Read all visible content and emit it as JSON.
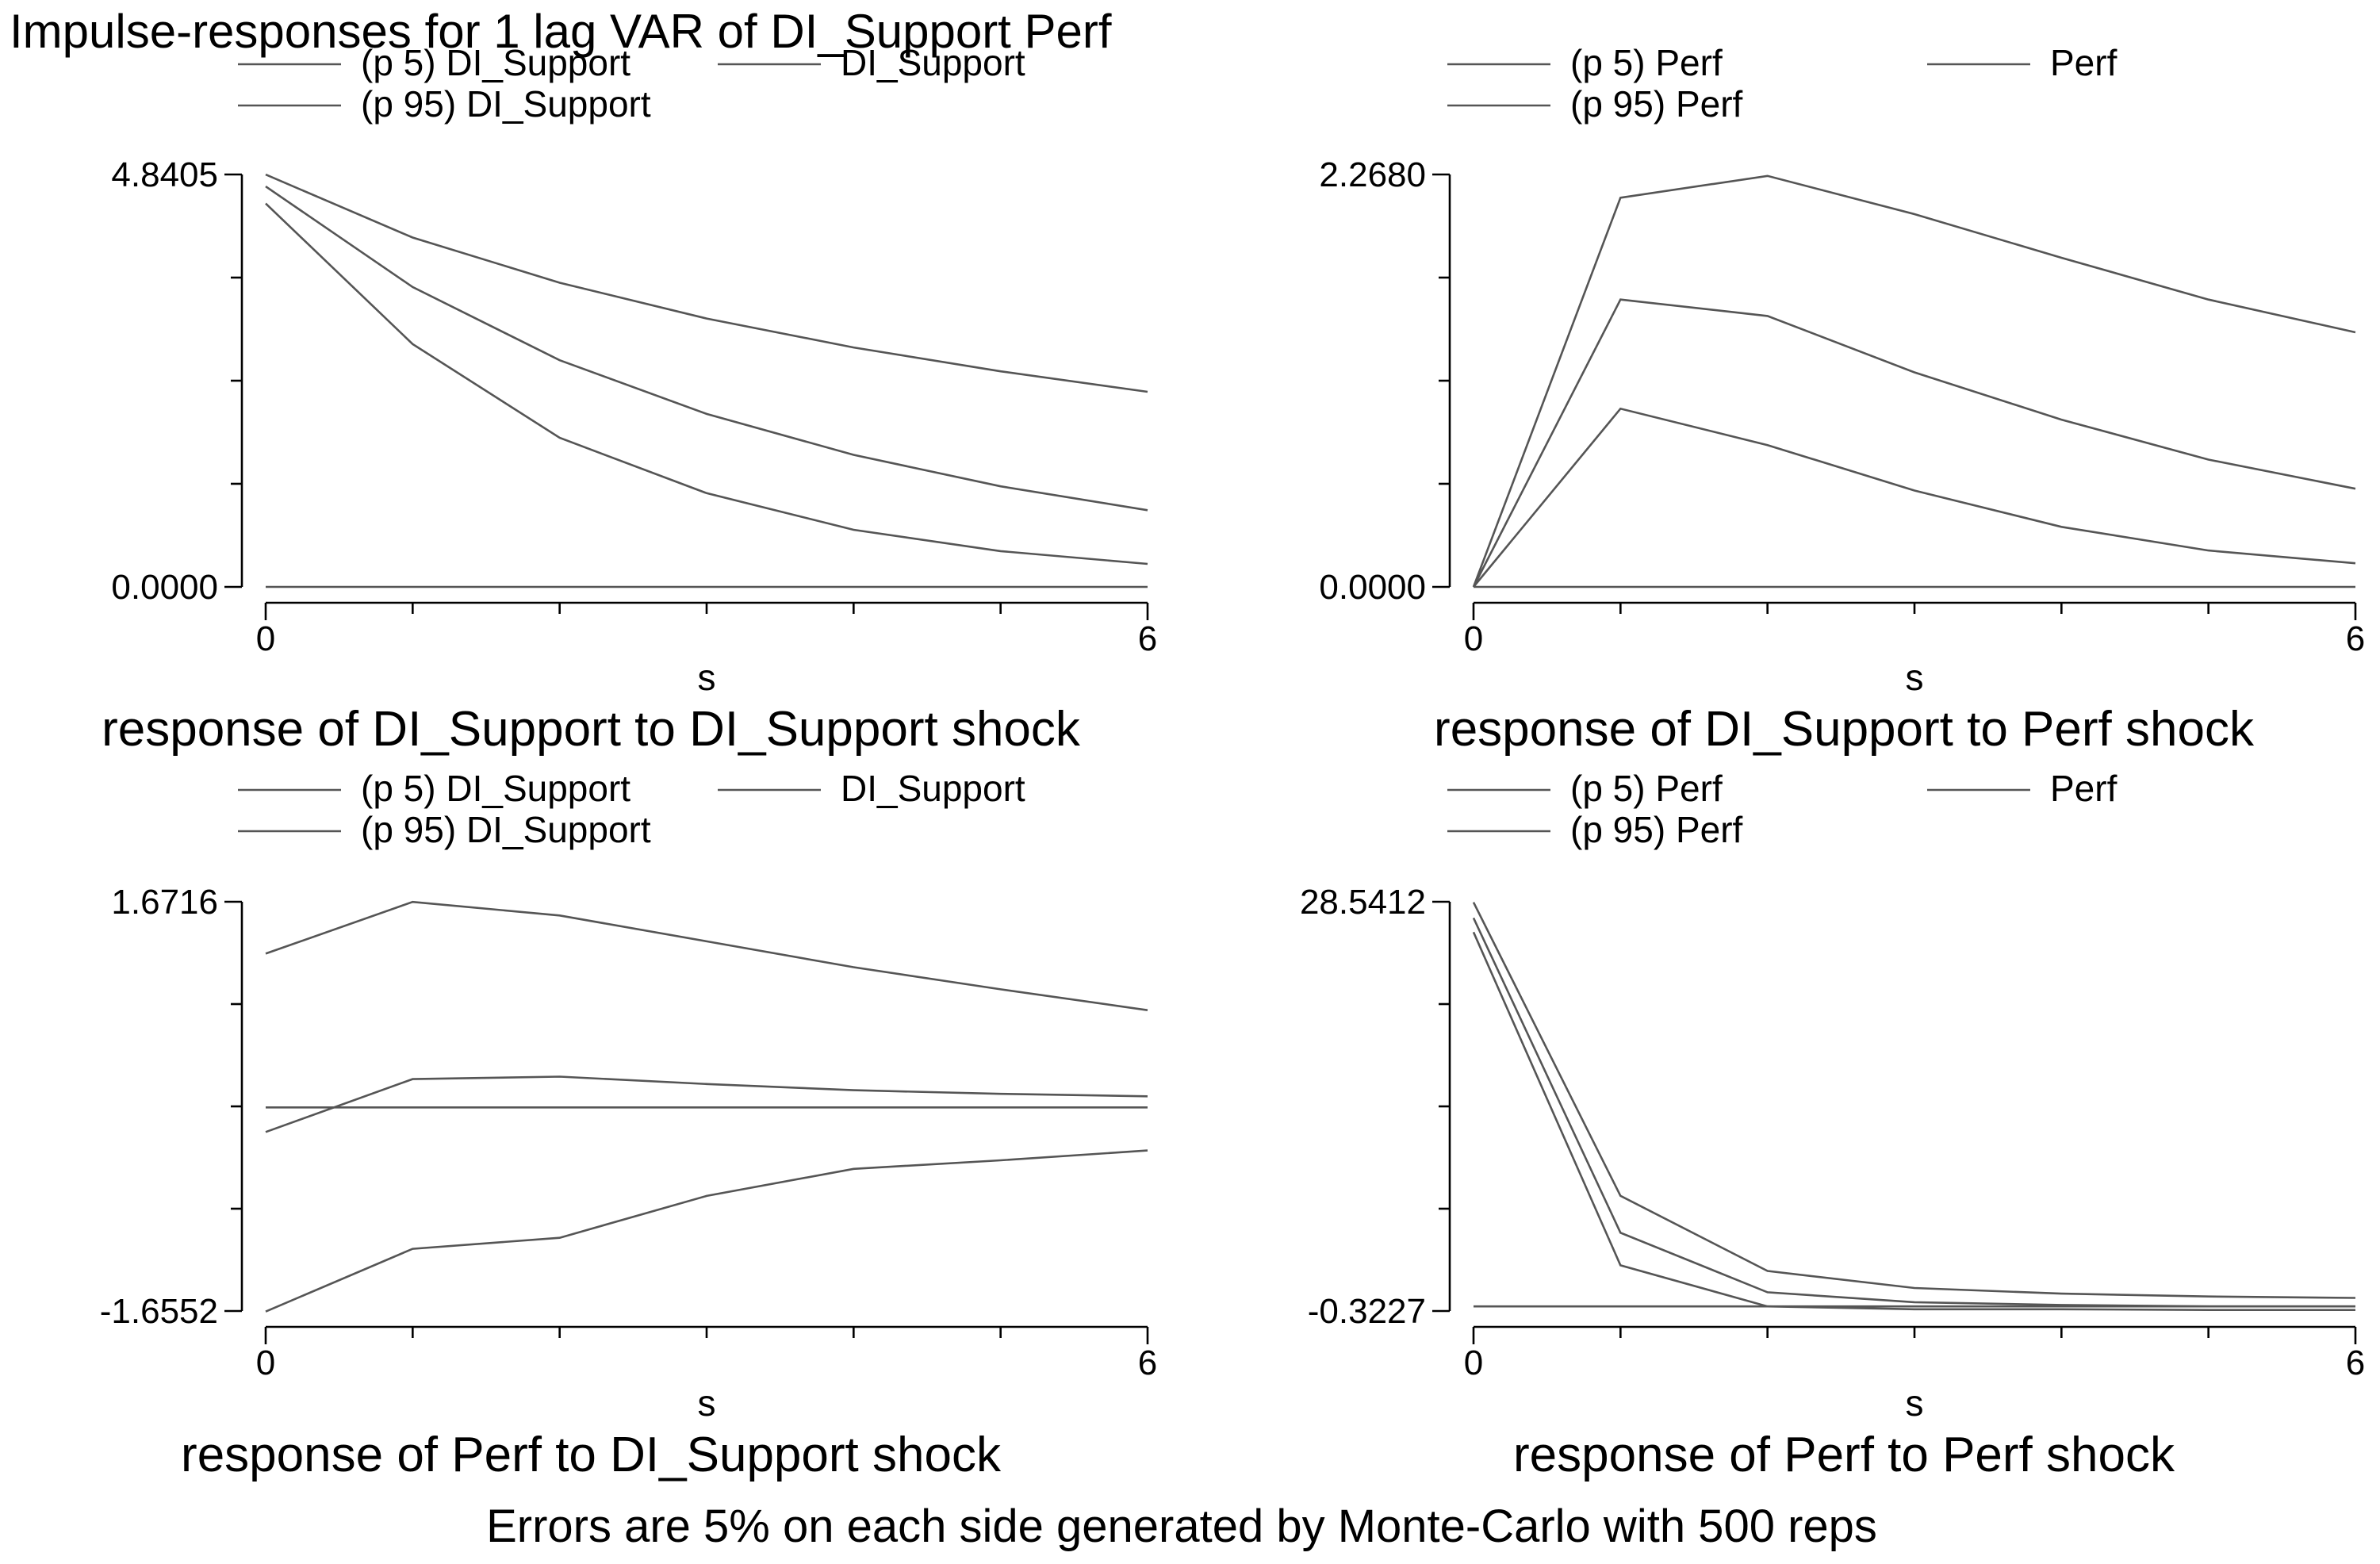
{
  "figure": {
    "title": "Impulse-responses for 1 lag VAR of DI_Support Perf",
    "note": "Errors are 5% on each side generated by Monte-Carlo with 500 reps"
  },
  "chart_data": [
    {
      "type": "line",
      "title": "response of DI_Support to DI_Support shock",
      "xlabel": "s",
      "ylabel": "",
      "x": [
        0,
        1,
        2,
        3,
        4,
        5,
        6
      ],
      "xlim": [
        0,
        6
      ],
      "ylim": [
        0.0,
        4.8405
      ],
      "yticks": [
        "4.8405",
        "0.0000"
      ],
      "xticks": [
        "0",
        "6"
      ],
      "grid": false,
      "legend_position": "top",
      "series": [
        {
          "name": "(p 5) DI_Support",
          "values": [
            4.5,
            2.85,
            1.75,
            1.1,
            0.67,
            0.42,
            0.27
          ]
        },
        {
          "name": "DI_Support",
          "values": [
            4.7,
            3.52,
            2.66,
            2.03,
            1.55,
            1.18,
            0.9
          ]
        },
        {
          "name": "(p 95) DI_Support",
          "values": [
            4.84,
            4.1,
            3.57,
            3.15,
            2.81,
            2.53,
            2.29
          ]
        }
      ],
      "reference_line": 0.0
    },
    {
      "type": "line",
      "title": "response of DI_Support to Perf shock",
      "xlabel": "s",
      "ylabel": "",
      "x": [
        0,
        1,
        2,
        3,
        4,
        5,
        6
      ],
      "xlim": [
        0,
        6
      ],
      "ylim": [
        0.0,
        2.268
      ],
      "yticks": [
        "2.2680",
        "0.0000"
      ],
      "xticks": [
        "0",
        "6"
      ],
      "grid": false,
      "legend_position": "top",
      "series": [
        {
          "name": "(p 5) Perf",
          "values": [
            0.0,
            0.98,
            0.78,
            0.53,
            0.33,
            0.2,
            0.13
          ]
        },
        {
          "name": "Perf",
          "values": [
            0.0,
            1.58,
            1.49,
            1.18,
            0.92,
            0.7,
            0.54
          ]
        },
        {
          "name": "(p 95) Perf",
          "values": [
            0.0,
            2.14,
            2.26,
            2.05,
            1.81,
            1.58,
            1.4
          ]
        }
      ],
      "reference_line": 0.0
    },
    {
      "type": "line",
      "title": "response of Perf to DI_Support shock",
      "xlabel": "s",
      "ylabel": "",
      "x": [
        0,
        1,
        2,
        3,
        4,
        5,
        6
      ],
      "xlim": [
        0,
        6
      ],
      "ylim": [
        -1.6552,
        1.6716
      ],
      "yticks": [
        "1.6716",
        "-1.6552"
      ],
      "xticks": [
        "0",
        "6"
      ],
      "grid": false,
      "legend_position": "top",
      "series": [
        {
          "name": "(p 5) DI_Support",
          "values": [
            -1.66,
            -1.15,
            -1.06,
            -0.72,
            -0.5,
            -0.43,
            -0.35
          ]
        },
        {
          "name": "DI_Support",
          "values": [
            -0.2,
            0.23,
            0.25,
            0.19,
            0.14,
            0.11,
            0.09
          ]
        },
        {
          "name": "(p 95) DI_Support",
          "values": [
            1.25,
            1.67,
            1.56,
            1.35,
            1.14,
            0.96,
            0.79
          ]
        }
      ],
      "reference_line": 0.0
    },
    {
      "type": "line",
      "title": "response of Perf to Perf shock",
      "xlabel": "s",
      "ylabel": "",
      "x": [
        0,
        1,
        2,
        3,
        4,
        5,
        6
      ],
      "xlim": [
        0,
        6
      ],
      "ylim": [
        -0.3227,
        28.5412
      ],
      "yticks": [
        "28.5412",
        "-0.3227"
      ],
      "xticks": [
        "0",
        "6"
      ],
      "grid": false,
      "legend_position": "top",
      "series": [
        {
          "name": "(p 5) Perf",
          "values": [
            26.4,
            2.9,
            0.0,
            -0.2,
            -0.2,
            -0.25,
            -0.25
          ]
        },
        {
          "name": "Perf",
          "values": [
            27.4,
            5.2,
            1.0,
            0.3,
            0.1,
            0.0,
            0.0
          ]
        },
        {
          "name": "(p 95) Perf",
          "values": [
            28.5,
            7.8,
            2.5,
            1.3,
            0.9,
            0.7,
            0.6
          ]
        }
      ],
      "reference_line": 0.0
    }
  ]
}
